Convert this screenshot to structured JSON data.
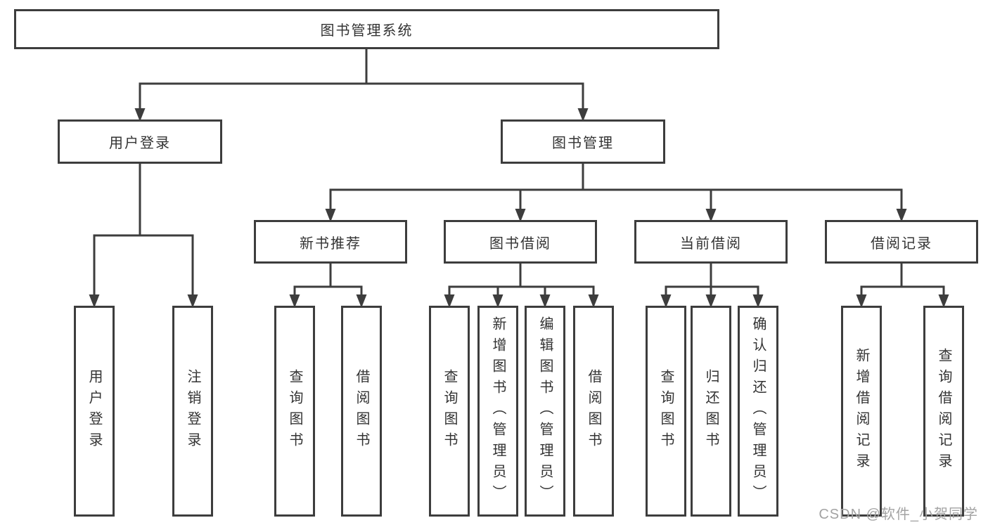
{
  "colors": {
    "line": "#3d3d3d",
    "text": "#333333",
    "bg": "#ffffff",
    "watermark": "#a3a3a3"
  },
  "tree": {
    "root": {
      "label": "图书管理系统"
    },
    "user_login": {
      "label": "用户登录",
      "children": [
        {
          "label": "用户登录"
        },
        {
          "label": "注销登录"
        }
      ]
    },
    "book_management": {
      "label": "图书管理",
      "sections": [
        {
          "label": "新书推荐",
          "children": [
            {
              "label": "查询图书"
            },
            {
              "label": "借阅图书"
            }
          ]
        },
        {
          "label": "图书借阅",
          "children": [
            {
              "label": "查询图书"
            },
            {
              "label": "新增图书（管理员）"
            },
            {
              "label": "编辑图书（管理员）"
            },
            {
              "label": "借阅图书"
            }
          ]
        },
        {
          "label": "当前借阅",
          "children": [
            {
              "label": "查询图书"
            },
            {
              "label": "归还图书"
            },
            {
              "label": "确认归还（管理员）"
            }
          ]
        },
        {
          "label": "借阅记录",
          "children": [
            {
              "label": "新增借阅记录"
            },
            {
              "label": "查询借阅记录"
            }
          ]
        }
      ]
    }
  },
  "watermark": {
    "text": "CSDN @软件_小贺同学"
  }
}
